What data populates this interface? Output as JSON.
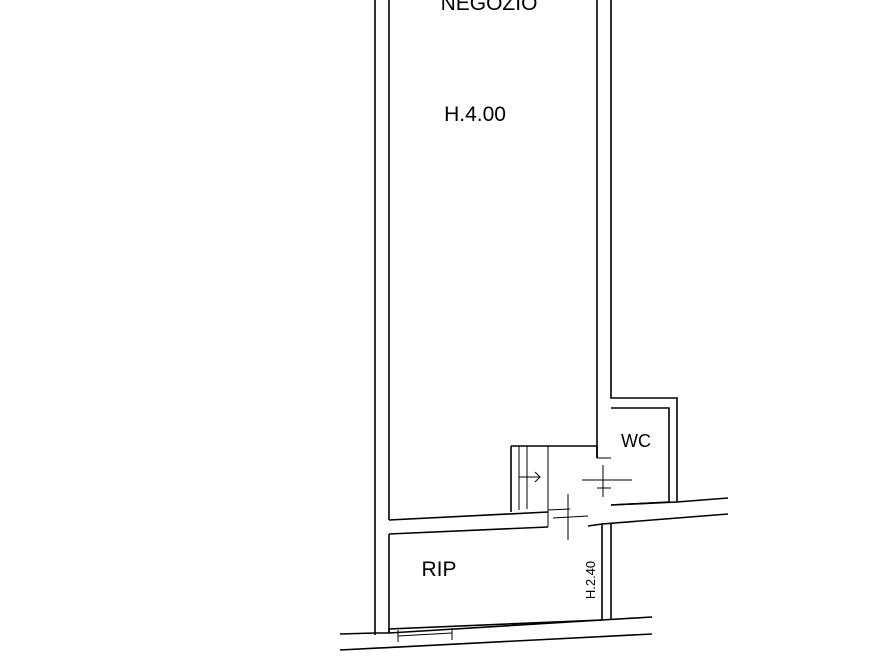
{
  "rooms": {
    "negozio": {
      "name": "NEGOZIO",
      "height": "H.4.00"
    },
    "wc": {
      "name": "WC"
    },
    "rip": {
      "name": "RIP",
      "height": "H.2.40"
    }
  },
  "colors": {
    "line": "#000000",
    "background": "#ffffff"
  }
}
